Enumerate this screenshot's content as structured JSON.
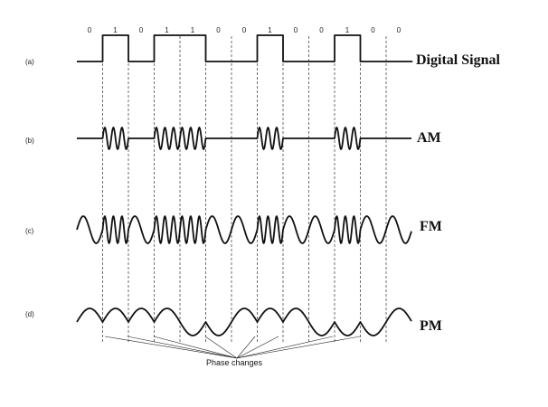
{
  "bit_sequence": [
    "0",
    "1",
    "0",
    "1",
    "1",
    "0",
    "0",
    "1",
    "0",
    "0",
    "1",
    "0",
    "0"
  ],
  "rows": [
    {
      "id": "a",
      "tag": "(a)",
      "title": "Digital Signal"
    },
    {
      "id": "b",
      "tag": "(b)",
      "title": "AM"
    },
    {
      "id": "c",
      "tag": "(c)",
      "title": "FM"
    },
    {
      "id": "d",
      "tag": "(d)",
      "title": "PM"
    }
  ],
  "annotation": "Phase changes"
}
